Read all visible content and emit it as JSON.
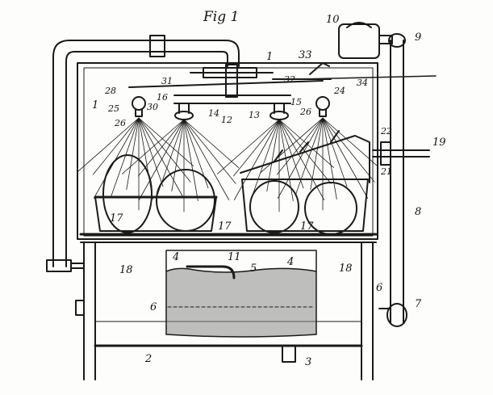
{
  "figure": {
    "title": "Fig 1"
  },
  "labels": [
    "1",
    "1",
    "2",
    "3",
    "4",
    "4",
    "5",
    "6",
    "6",
    "7",
    "8",
    "9",
    "10",
    "11",
    "12",
    "13",
    "14",
    "15",
    "16",
    "17",
    "17",
    "17",
    "18",
    "18",
    "19",
    "21",
    "22",
    "24",
    "25",
    "26",
    "26",
    "28",
    "30",
    "31",
    "32",
    "33",
    "34"
  ],
  "colors": {
    "ink": "#1a1a1a",
    "paper": "#fdfdfb",
    "water": "#8a8a8a"
  }
}
